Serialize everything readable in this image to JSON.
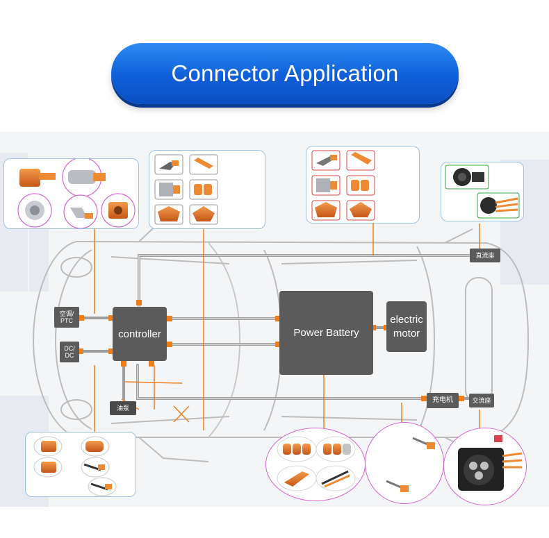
{
  "title": "Connector Application",
  "components": {
    "controller": "controller",
    "battery": "Power Battery",
    "motor": "electric motor",
    "ac_ptc": "空调/ PTC",
    "dcdc": "DC/ DC",
    "dc_charge_port": "直流座",
    "charger": "充电机",
    "ac_charge_port": "交流座",
    "oil_pump": "油泵"
  },
  "colors": {
    "accent_orange": "#f07d1a",
    "connector_orange": "#d9661c",
    "box_gray": "#5b5b5b",
    "title_blue": "#1466e0",
    "panel_border": "#9cc3e6",
    "ellipse_border": "#d667d0",
    "tile_red_border": "#d8434b",
    "tile_green_border": "#33a34b"
  }
}
